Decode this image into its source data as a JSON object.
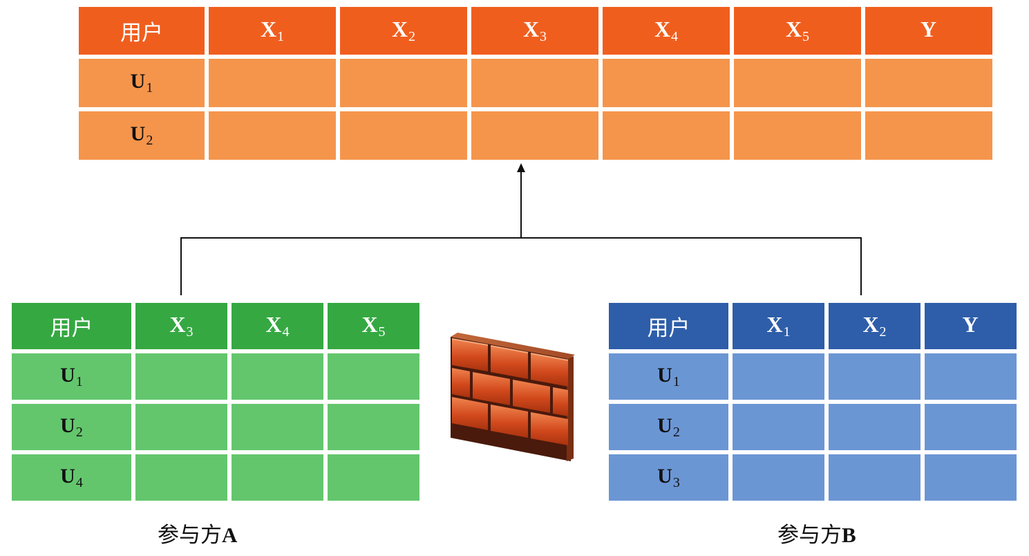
{
  "colors": {
    "merged_header": "#f05e1e",
    "merged_body": "#f5954c",
    "party_a_header": "#35a842",
    "party_a_body": "#63c66d",
    "party_b_header": "#2e5ea9",
    "party_b_body": "#6b96d4",
    "connector": "#111111"
  },
  "merged_table": {
    "user_header": "用户",
    "columns": [
      {
        "base": "X",
        "sub": "1"
      },
      {
        "base": "X",
        "sub": "2"
      },
      {
        "base": "X",
        "sub": "3"
      },
      {
        "base": "X",
        "sub": "4"
      },
      {
        "base": "X",
        "sub": "5"
      },
      {
        "base": "Y",
        "sub": ""
      }
    ],
    "rows": [
      {
        "base": "U",
        "sub": "1"
      },
      {
        "base": "U",
        "sub": "2"
      }
    ]
  },
  "party_a": {
    "user_header": "用户",
    "columns": [
      {
        "base": "X",
        "sub": "3"
      },
      {
        "base": "X",
        "sub": "4"
      },
      {
        "base": "X",
        "sub": "5"
      }
    ],
    "rows": [
      {
        "base": "U",
        "sub": "1"
      },
      {
        "base": "U",
        "sub": "2"
      },
      {
        "base": "U",
        "sub": "4"
      }
    ],
    "caption_text": "参与方",
    "caption_letter": "A"
  },
  "party_b": {
    "user_header": "用户",
    "columns": [
      {
        "base": "X",
        "sub": "1"
      },
      {
        "base": "X",
        "sub": "2"
      },
      {
        "base": "Y",
        "sub": ""
      }
    ],
    "rows": [
      {
        "base": "U",
        "sub": "1"
      },
      {
        "base": "U",
        "sub": "2"
      },
      {
        "base": "U",
        "sub": "3"
      }
    ],
    "caption_text": "参与方",
    "caption_letter": "B"
  },
  "firewall_icon": "brick-wall-firewall"
}
